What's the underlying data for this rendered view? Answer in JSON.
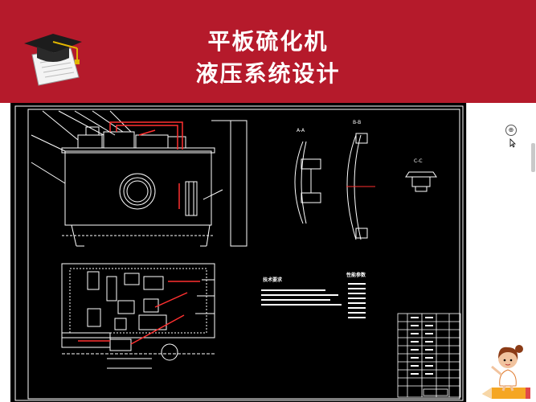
{
  "header": {
    "title_line1": "平板硫化机",
    "title_line2": "液压系统设计"
  },
  "drawing": {
    "section_aa": "A-A",
    "section_bb": "B-B",
    "section_cc": "C-C",
    "tech_req_title": "技术要求",
    "perf_params_title": "性能参数"
  },
  "viewer": {
    "zoom_icon": "zoom-icon",
    "cursor_icon": "arrow-cursor-icon"
  },
  "colors": {
    "banner": "#b51a2b",
    "cad_background": "#000000",
    "cad_lines": "#ffffff",
    "cad_accent": "#ff3030"
  }
}
